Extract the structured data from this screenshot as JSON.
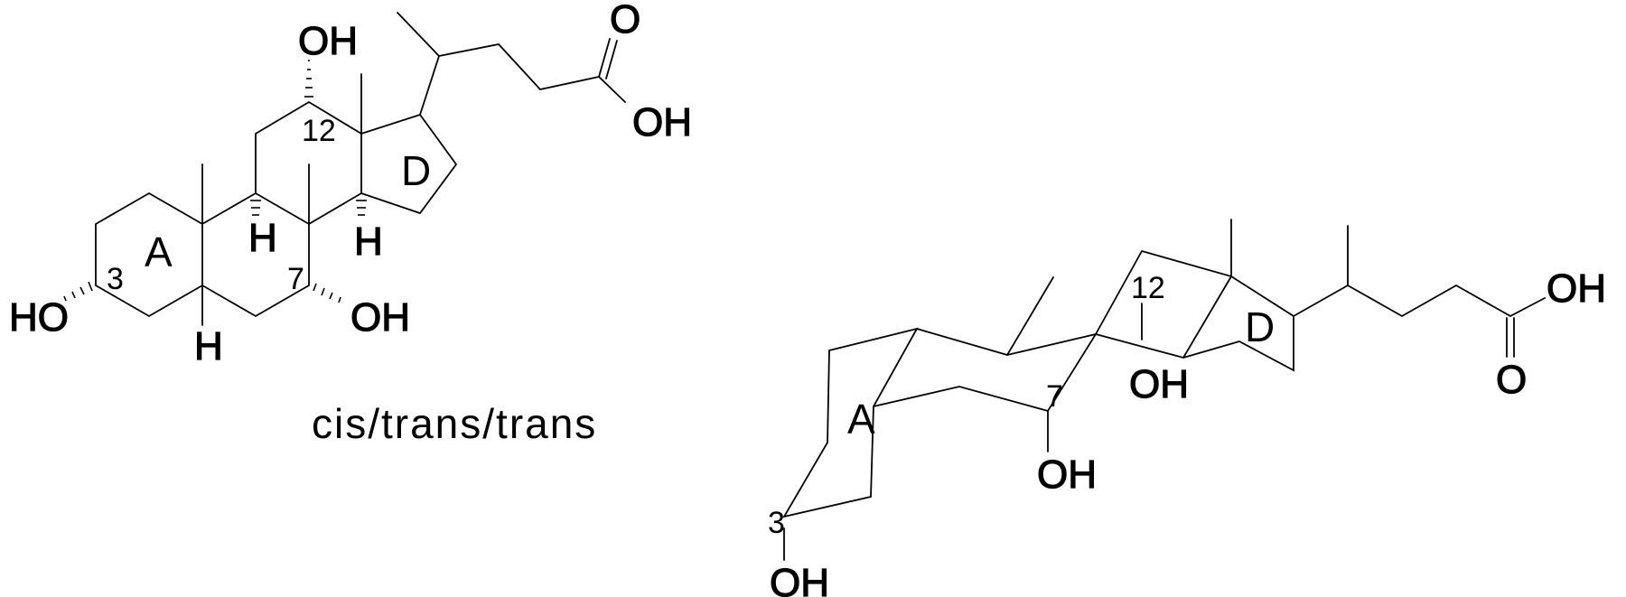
{
  "caption": "cis/trans/trans",
  "left_structure": {
    "substituents": [
      "OH",
      "OH",
      "HO",
      "OH"
    ],
    "carbonyl_oxygen": "O",
    "hydrogens": [
      "H",
      "H",
      "H"
    ],
    "ring_labels": [
      "A",
      "D"
    ],
    "position_numbers": [
      "3",
      "7",
      "12"
    ]
  },
  "right_structure": {
    "substituents": [
      "OH",
      "OH",
      "OH",
      "OH"
    ],
    "carbonyl_oxygen": "O",
    "ring_labels": [
      "A",
      "D"
    ],
    "position_numbers": [
      "3",
      "7",
      "12"
    ]
  }
}
